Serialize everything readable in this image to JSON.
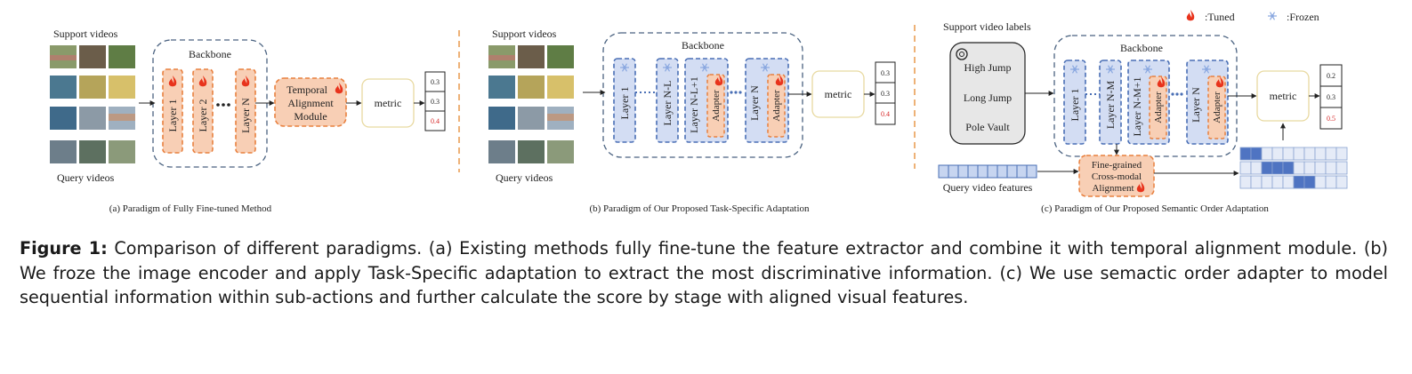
{
  "legend": {
    "tuned": ":Tuned",
    "frozen": ":Frozen"
  },
  "panel_a": {
    "support_label": "Support videos",
    "query_label": "Query videos",
    "backbone_label": "Backbone",
    "layers": [
      "Layer 1",
      "Layer 2",
      "Layer N"
    ],
    "module_lines": [
      "Temporal",
      "Alignment",
      "Module"
    ],
    "metric_label": "metric",
    "scores": [
      "0.3",
      "0.3",
      "0.4"
    ],
    "caption": "(a) Paradigm of Fully Fine-tuned Method"
  },
  "panel_b": {
    "support_label": "Support videos",
    "query_label": "Query videos",
    "backbone_label": "Backbone",
    "layers": [
      "Layer 1",
      "Layer N-L",
      "Layer N-L+1",
      "Layer N"
    ],
    "adapter_label": "Adapter",
    "metric_label": "metric",
    "scores": [
      "0.3",
      "0.3",
      "0.4"
    ],
    "caption": "(b) Paradigm of Our Proposed Task-Specific Adaptation"
  },
  "panel_c": {
    "labels_title": "Support video labels",
    "labels": [
      "High Jump",
      "Long Jump",
      "Pole Vault"
    ],
    "backbone_label": "Backbone",
    "layers": [
      "Layer 1",
      "Layer N-M",
      "Layer N-M+1",
      "Layer N"
    ],
    "adapter_label": "Adapter",
    "metric_label": "metric",
    "scores": [
      "0.2",
      "0.3",
      "0.5"
    ],
    "query_features_label": "Query video features",
    "fine_grained_lines": [
      "Fine-grained",
      "Cross-modal",
      "Alignment"
    ],
    "caption": "(c) Paradigm of Our Proposed Semantic Order Adaptation"
  },
  "figure_caption": {
    "label": "Figure 1:",
    "text": " Comparison of different paradigms. (a) Existing methods fully fine-tune the feature extractor and combine it with temporal alignment module. (b) We froze the image encoder and apply Task-Specific adaptation to extract the most discriminative information. (c) We use semactic order adapter to model sequential information within sub-actions and further calculate the score by stage with aligned visual features."
  },
  "colors": {
    "tuned_fill": "#f8cfb5",
    "tuned_stroke": "#e8803f",
    "frozen_fill": "#d3ddf3",
    "frozen_stroke": "#4a6fb5",
    "metric_stroke": "#e8d9a0",
    "divider": "#e8994a",
    "score_red": "#d62828",
    "flame": "#e8331c",
    "snow": "#8aa8e0"
  },
  "icons": [
    "flame-icon",
    "snowflake-icon",
    "ellipsis-icon",
    "chatbot-logo-icon",
    "video-thumbnail"
  ]
}
